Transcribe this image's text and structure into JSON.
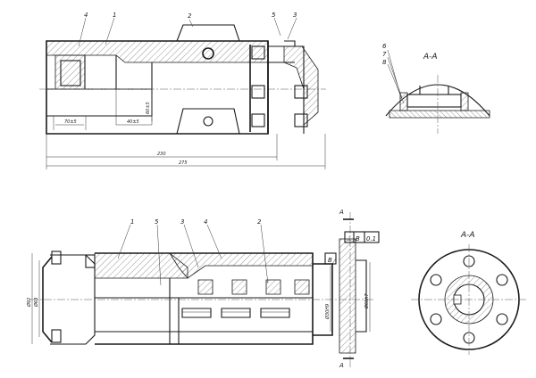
{
  "top_view": {
    "callouts": [
      "4",
      "1",
      "2",
      "5",
      "3"
    ],
    "dims": {
      "d1": "70±5",
      "d2": "40±5",
      "d3": "60±5",
      "d4": "230",
      "d5": "275"
    }
  },
  "section_aa_small": {
    "title": "A-A",
    "callouts": [
      "6",
      "7",
      "8"
    ]
  },
  "bottom_view": {
    "callouts": [
      "1",
      "5",
      "3",
      "4",
      "2"
    ],
    "diameters": {
      "left1": "Ø92",
      "left2": "Ø63",
      "inner": "Ø30H9",
      "right": "Ø60h7"
    },
    "section_mark_top": "A",
    "section_mark_bottom": "A",
    "datum_label": "B",
    "tolerance": {
      "symbol": "⊥",
      "datum": "B",
      "value": "0.1"
    }
  },
  "flange_view": {
    "title": "A-A"
  }
}
